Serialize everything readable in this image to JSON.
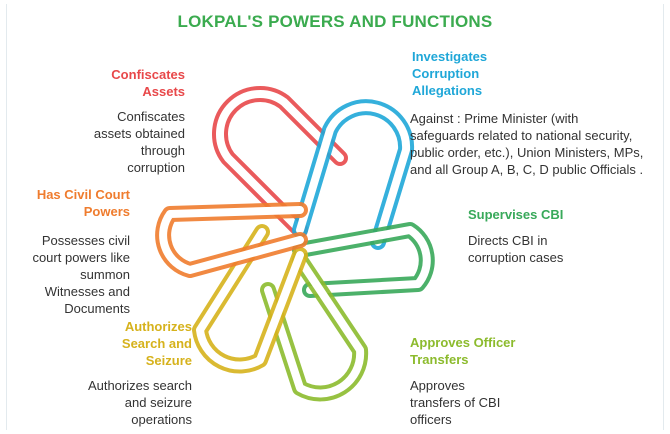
{
  "title": "LOKPAL'S POWERS AND FUNCTIONS",
  "colors": {
    "title": "#3bab4f",
    "red": "#e8484a",
    "blue": "#1fa7d8",
    "green": "#38a95a",
    "orange": "#ef7c2e",
    "yellow": "#d6b21c",
    "lime": "#8cbb2d"
  },
  "items": {
    "confiscates": {
      "heading": [
        "Confiscates",
        "Assets"
      ],
      "desc": [
        "Confiscates",
        "assets obtained",
        "through",
        "corruption"
      ]
    },
    "investigates": {
      "heading": [
        "Investigates",
        "Corruption",
        "Allegations"
      ],
      "desc": [
        "Against : Prime Minister (with",
        "safeguards related to national security,",
        "public order, etc.), Union Ministers, MPs,",
        "and all Group A, B, C, D public Officials ."
      ]
    },
    "civil_court": {
      "heading": [
        "Has Civil Court",
        "Powers"
      ],
      "desc": [
        "Possesses civil",
        "court powers like",
        "summon",
        "Witnesses and",
        "Documents"
      ]
    },
    "supervises": {
      "heading": [
        "Supervises CBI"
      ],
      "desc": [
        "Directs CBI in",
        "corruption cases"
      ]
    },
    "search": {
      "heading": [
        "Authorizes",
        "Search and",
        "Seizure"
      ],
      "desc": [
        "Authorizes search",
        "and seizure",
        "operations"
      ]
    },
    "transfers": {
      "heading": [
        "Approves Officer",
        "Transfers"
      ],
      "desc": [
        "Approves",
        "transfers of CBI",
        "officers"
      ]
    }
  }
}
